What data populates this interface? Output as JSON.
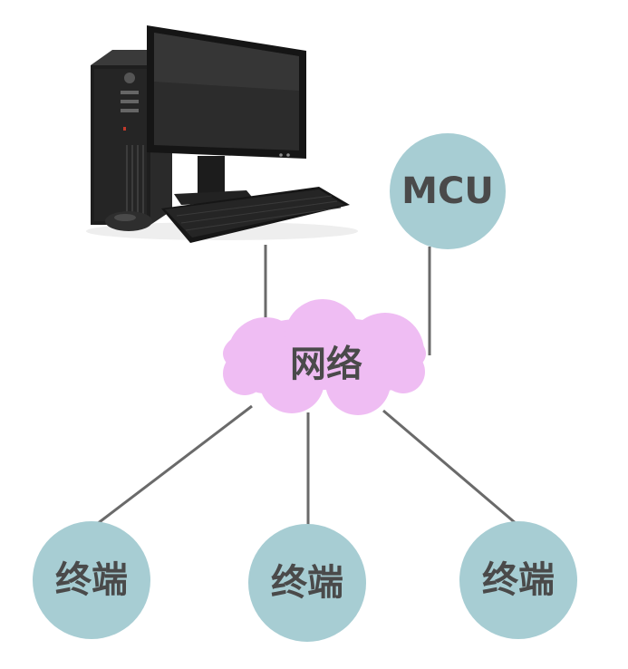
{
  "diagram": {
    "computer": {
      "icon": "desktop-computer-icon"
    },
    "network": {
      "label": "网络",
      "shape": "cloud",
      "color": "#efbdf3"
    },
    "mcu": {
      "label": "MCU",
      "color": "#a7cdd3"
    },
    "terminals": [
      {
        "label": "终端",
        "color": "#a7cdd3"
      },
      {
        "label": "终端",
        "color": "#a7cdd3"
      },
      {
        "label": "终端",
        "color": "#a7cdd3"
      }
    ],
    "connector_color": "#6a6a6a"
  }
}
